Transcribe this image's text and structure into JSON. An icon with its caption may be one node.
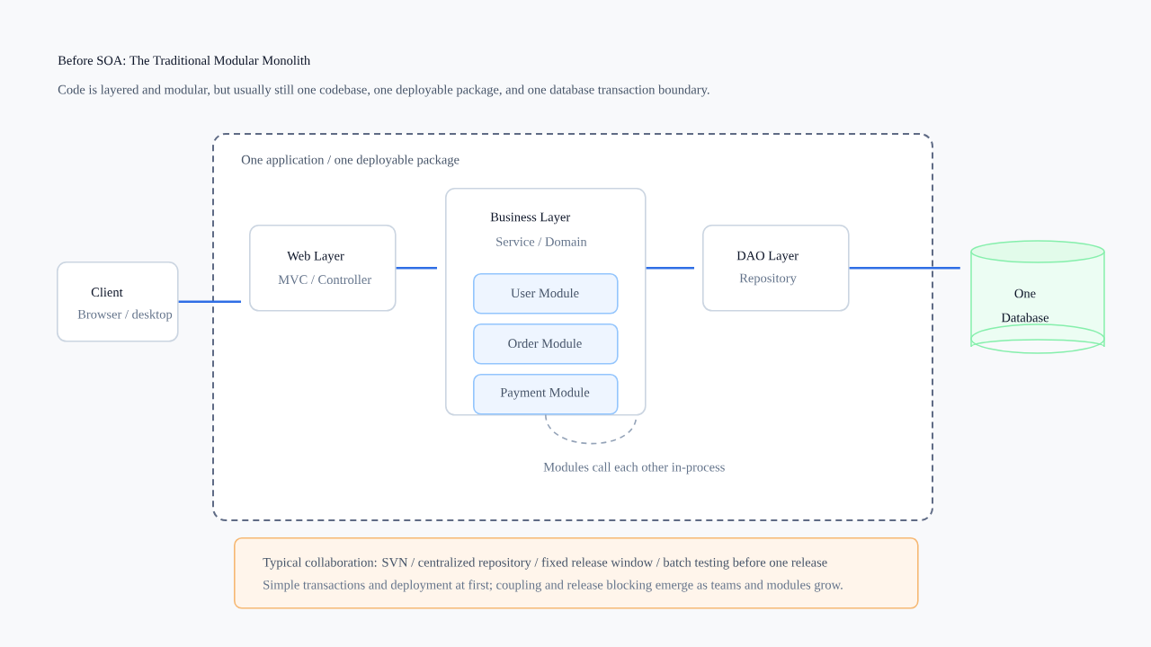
{
  "diagram": {
    "title": "Before SOA: The Traditional Modular Monolith",
    "nodes": [
      {
        "text": [
          "One application / one deployable package"
        ]
      },
      {
        "text": [
          "Client",
          "Browser / desktop"
        ]
      },
      {
        "text": [
          "Web Layer",
          "MVC / Controller"
        ],
        "in": 0
      },
      {
        "text": [
          "Business Layer",
          "Service / Domain"
        ],
        "in": 0
      },
      {
        "text": [
          "User Module"
        ],
        "in": 3
      },
      {
        "text": [
          "Order Module"
        ],
        "in": 3
      },
      {
        "text": [
          "Payment Module"
        ],
        "in": 3
      },
      {
        "text": [
          "DAO Layer",
          "Repository"
        ],
        "in": 0
      },
      {
        "text": [
          "One Database"
        ]
      },
      {
        "text": [
          "Typical collaboration: SVN / centralized repository / fixed release window / batch testing before one release",
          "Simple transactions and deployment at first; coupling and release blocking emerge as teams and modules grow."
        ]
      }
    ],
    "edges": [
      {
        "from": 1,
        "to": 2,
        "arrow": "none"
      },
      {
        "from": 2,
        "to": 3,
        "arrow": "none"
      },
      {
        "from": 3,
        "to": 7,
        "arrow": "none"
      },
      {
        "from": 7,
        "to": 8,
        "arrow": "none"
      },
      {
        "from": 6,
        "to": 3,
        "arrow": "none",
        "style": "dashed",
        "color": "#94a3b8"
      }
    ],
    "labels": [
      "Code is layered and modular, but usually still one codebase, one deployable package, and one database transaction boundary.",
      "Modules call each other in-process"
    ]
  }
}
